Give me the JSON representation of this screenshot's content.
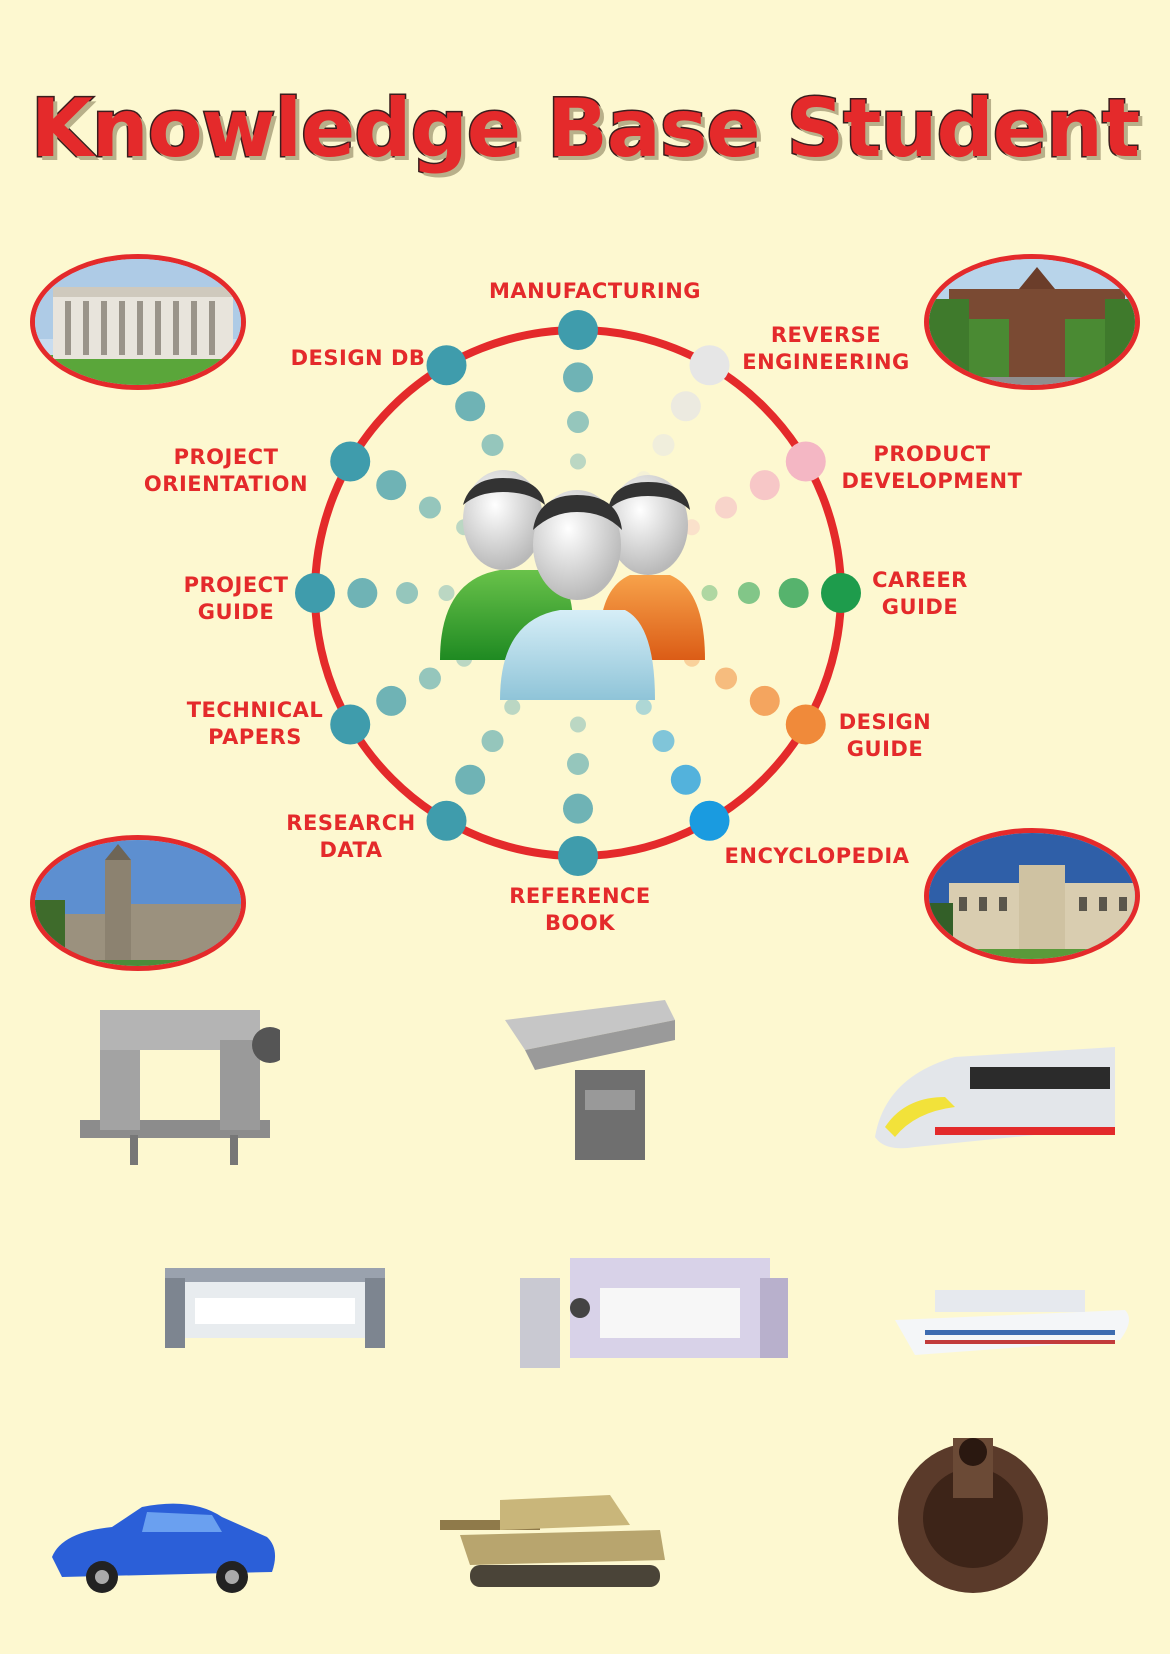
{
  "title": "Knowledge Base Student",
  "labels": {
    "manufacturing": "MANUFACTURING",
    "reverse_engineering": "REVERSE\nENGINEERING",
    "product_development": "PRODUCT\nDEVELOPMENT",
    "career_guide": "CAREER\nGUIDE",
    "design_guide": "DESIGN\nGUIDE",
    "encyclopedia": "ENCYCLOPEDIA",
    "reference_book": "REFERENCE\nBOOK",
    "research_data": "RESEARCH\nDATA",
    "technical_papers": "TECHNICAL\nPAPERS",
    "project_guide": "PROJECT\nGUIDE",
    "project_orientation": "PROJECT\nORIENTATION",
    "design_db": "DESIGN DB"
  },
  "colors": {
    "accent_red": "#e42a2b",
    "teal": "#3f9cac",
    "background": "#fdf8d0"
  },
  "icons": {
    "center": "group-of-people-icon",
    "buildings": [
      "university-building-photo",
      "ivy-building-photo",
      "clock-tower-building-photo",
      "heritage-building-photo"
    ],
    "products": [
      "sewing-machine",
      "vibratory-feeder",
      "high-speed-train",
      "rapier-loom",
      "air-jet-loom",
      "cruise-ship",
      "blue-sedan-car",
      "army-tank",
      "bevel-gear"
    ]
  }
}
